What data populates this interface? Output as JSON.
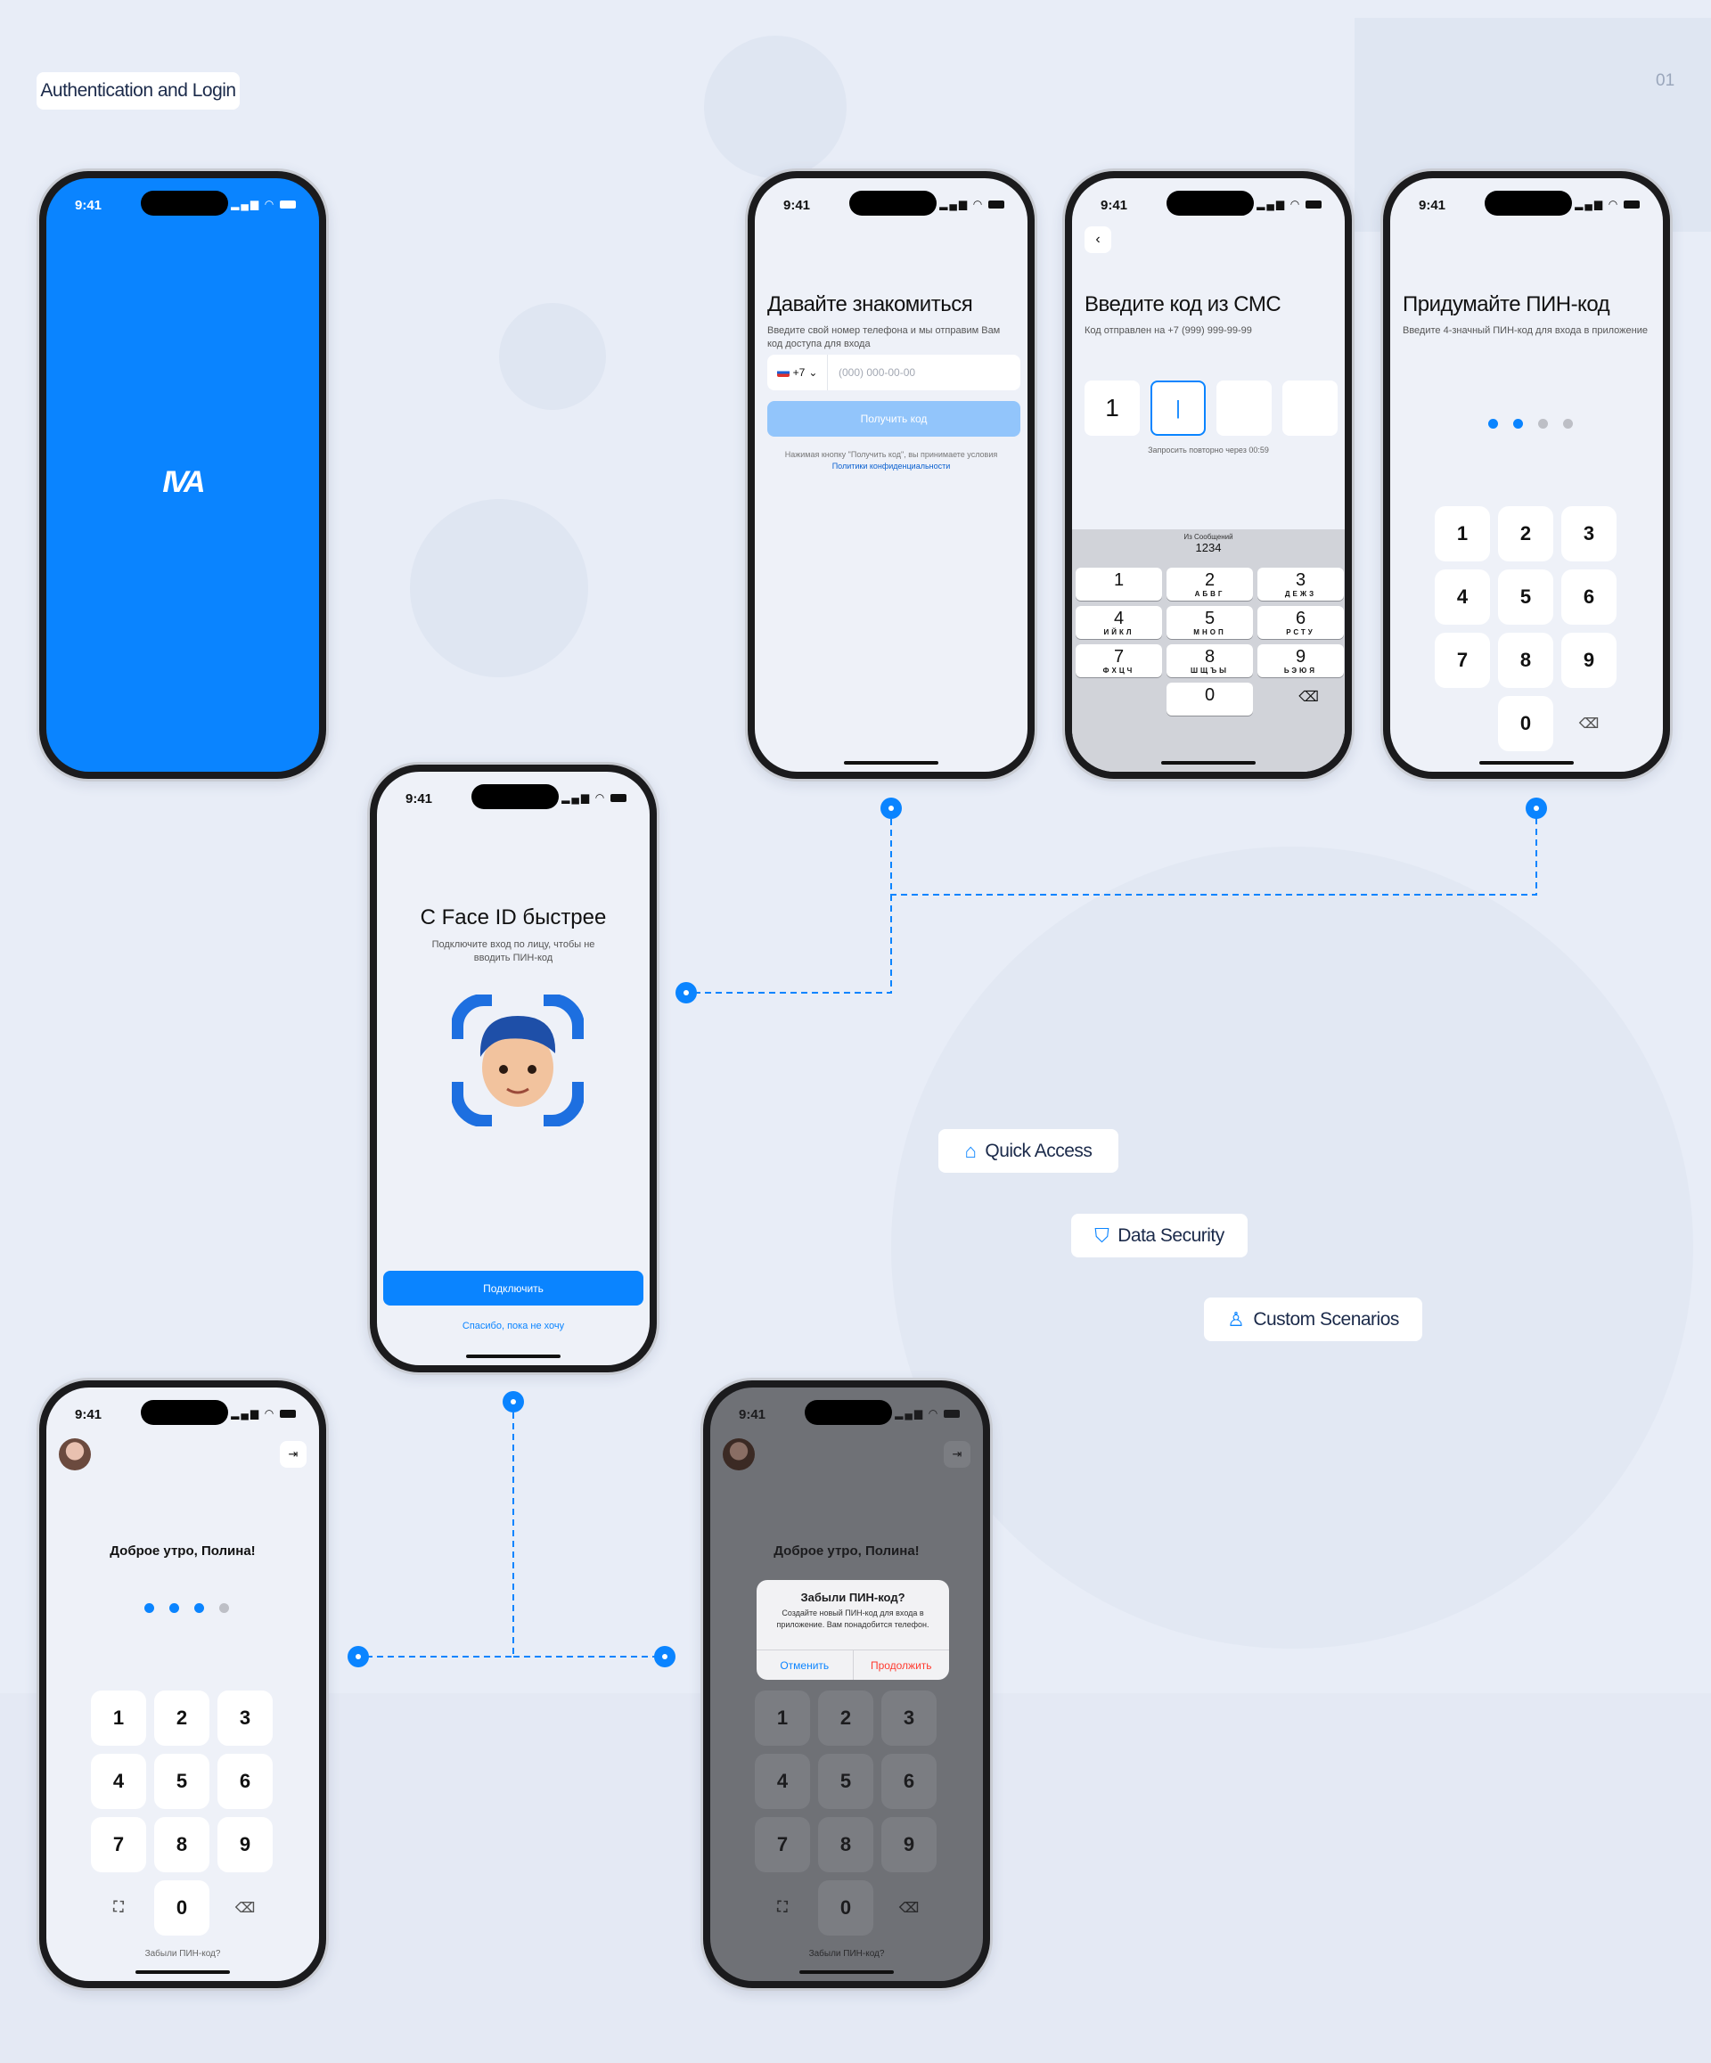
{
  "header": {
    "tag": "Authentication and Login",
    "page_number": "01"
  },
  "features": [
    {
      "label": "Quick Access",
      "icon": "bank-icon"
    },
    {
      "label": "Data Security",
      "icon": "shield-icon"
    },
    {
      "label": "Custom Scenarios",
      "icon": "user-icon"
    }
  ],
  "status": {
    "time": "9:41"
  },
  "splash": {
    "logo": "IVA",
    "color": "#0a84ff"
  },
  "phone_entry": {
    "title": "Давайте знакомиться",
    "subtitle": "Введите свой номер телефона и мы отправим Вам код доступа для входа",
    "country_code": "+7",
    "phone_placeholder": "(000) 000-00-00",
    "button": "Получить код",
    "terms": "Нажимая кнопку \"Получить код\", вы принимаете условия ",
    "terms_link": "Политики конфиденциальности"
  },
  "sms": {
    "title": "Введите код из СМС",
    "subtitle": "Код отправлен на +7 (999) 999-99-99",
    "code": [
      "1",
      "",
      "",
      ""
    ],
    "resend": "Запросить повторно через 00:59",
    "suggest_label": "Из Сообщений",
    "suggest_code": "1234",
    "keys": [
      {
        "n": "1",
        "l": ""
      },
      {
        "n": "2",
        "l": "АБВГ"
      },
      {
        "n": "3",
        "l": "ДЕЖЗ"
      },
      {
        "n": "4",
        "l": "ИЙКЛ"
      },
      {
        "n": "5",
        "l": "МНОП"
      },
      {
        "n": "6",
        "l": "РСТУ"
      },
      {
        "n": "7",
        "l": "ФХЦЧ"
      },
      {
        "n": "8",
        "l": "ШЩЪЫ"
      },
      {
        "n": "9",
        "l": "ЬЭЮЯ"
      },
      {
        "n": "0",
        "l": ""
      }
    ]
  },
  "create_pin": {
    "title": "Придумайте ПИН-код",
    "subtitle": "Введите 4-значный ПИН-код для входа в приложение",
    "filled": 2,
    "total": 4,
    "keys": [
      "1",
      "2",
      "3",
      "4",
      "5",
      "6",
      "7",
      "8",
      "9",
      "0"
    ]
  },
  "faceid": {
    "title": "С Face ID быстрее",
    "subtitle": "Подключите вход по лицу, чтобы не вводить ПИН-код",
    "button": "Подключить",
    "skip": "Спасибо, пока не хочу"
  },
  "login": {
    "greeting": "Доброе утро, Полина!",
    "filled": 3,
    "total": 4,
    "keys": [
      "1",
      "2",
      "3",
      "4",
      "5",
      "6",
      "7",
      "8",
      "9",
      "0"
    ],
    "forgot": "Забыли ПИН-код?"
  },
  "alert": {
    "title": "Забыли ПИН-код?",
    "message": "Создайте новый ПИН-код для входа в приложение. Вам понадобится телефон.",
    "cancel": "Отменить",
    "continue": "Продолжить",
    "cancel_color": "#0a84ff",
    "continue_color": "#ff3b30"
  }
}
